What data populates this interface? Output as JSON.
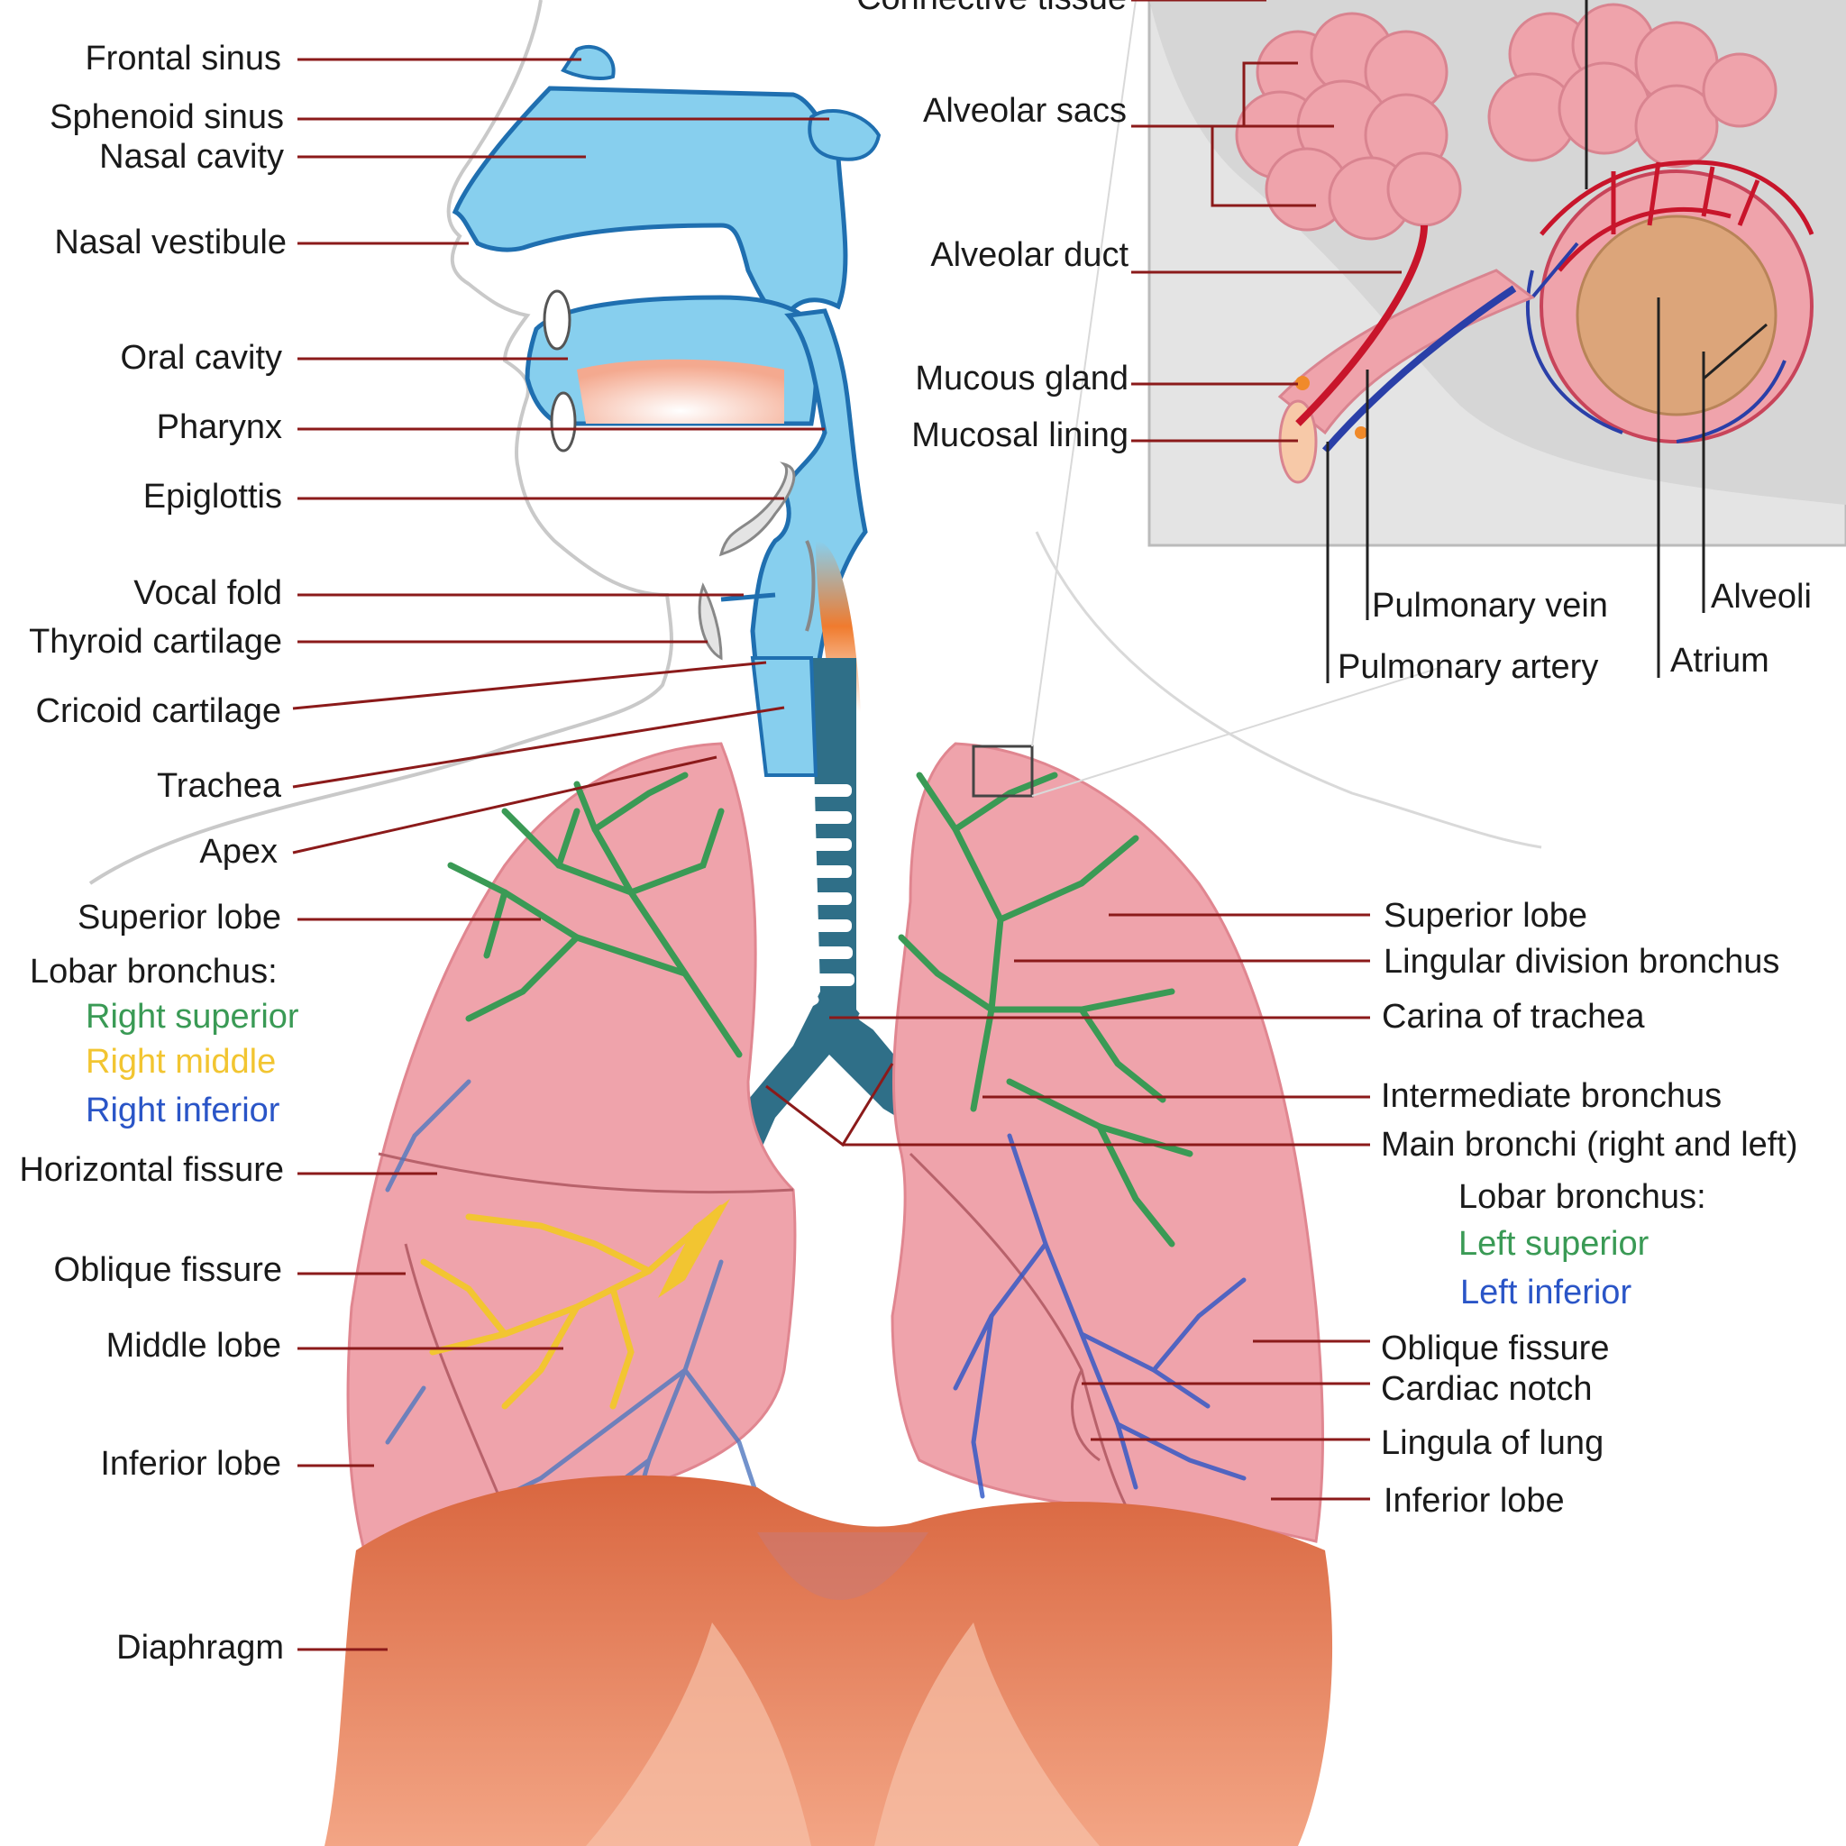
{
  "colors": {
    "airway": "#87cfee",
    "airway_outline": "#1f6fb0",
    "lung": "#efa3ab",
    "lung_dark": "#e08690",
    "diaphragm": "#e8835a",
    "diaphragm_light": "#f2a888",
    "bronchus_right_superior": "#3a9a55",
    "bronchus_right_middle": "#f2c531",
    "bronchus_right_inferior": "#2a55c7",
    "trachea_rings": "#2f6f88",
    "leader": "#8b1a1a",
    "inset_background": "#e4e4e4"
  },
  "labels_left": {
    "frontal_sinus": "Frontal sinus",
    "sphenoid_sinus": "Sphenoid sinus",
    "nasal_cavity": "Nasal cavity",
    "nasal_vestibule": "Nasal vestibule",
    "oral_cavity": "Oral cavity",
    "pharynx": "Pharynx",
    "epiglottis": "Epiglottis",
    "vocal_fold": "Vocal fold",
    "thyroid_cartilage": "Thyroid cartilage",
    "cricoid_cartilage": "Cricoid cartilage",
    "trachea": "Trachea",
    "apex": "Apex",
    "superior_lobe": "Superior lobe",
    "lobar_bronchus": "Lobar bronchus:",
    "right_superior": "Right superior",
    "right_middle": "Right middle",
    "right_inferior": "Right inferior",
    "horizontal_fissure": "Horizontal fissure",
    "oblique_fissure": "Oblique fissure",
    "middle_lobe": "Middle lobe",
    "inferior_lobe": "Inferior lobe",
    "diaphragm": "Diaphragm"
  },
  "labels_right": {
    "superior_lobe": "Superior lobe",
    "lingular_division_bronchus": "Lingular division bronchus",
    "carina_of_trachea": "Carina of trachea",
    "intermediate_bronchus": "Intermediate bronchus",
    "main_bronchi": "Main bronchi (right and left)",
    "lobar_bronchus": "Lobar bronchus:",
    "left_superior": "Left superior",
    "left_inferior": "Left inferior",
    "oblique_fissure": "Oblique fissure",
    "cardiac_notch": "Cardiac notch",
    "lingula_of_lung": "Lingula of lung",
    "inferior_lobe": "Inferior lobe"
  },
  "labels_inset": {
    "connective_tissue": "Connective tissue",
    "alveolar_sacs": "Alveolar sacs",
    "alveolar_duct": "Alveolar duct",
    "mucous_gland": "Mucous gland",
    "mucosal_lining": "Mucosal lining",
    "pulmonary_vein": "Pulmonary vein",
    "pulmonary_artery": "Pulmonary artery",
    "atrium": "Atrium",
    "alveoli": "Alveoli"
  }
}
